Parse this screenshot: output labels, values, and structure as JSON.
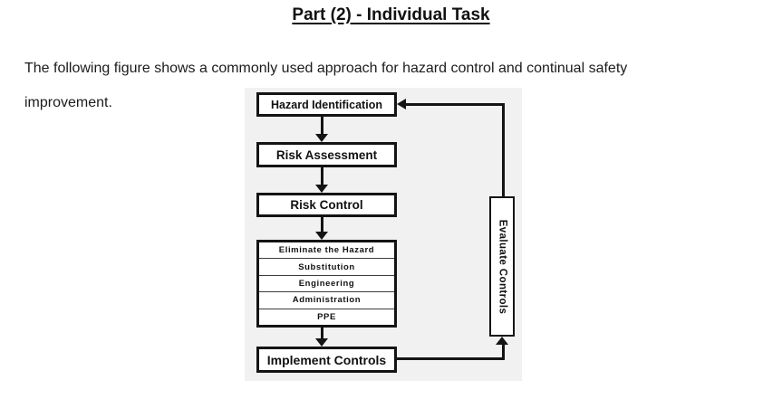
{
  "page": {
    "title": "Part (2) - Individual Task",
    "intro": {
      "line1": "The following figure shows a commonly used approach for hazard control and continual safety",
      "line2": "improvement."
    }
  },
  "diagram": {
    "flow_boxes": [
      {
        "label": "Hazard Identification"
      },
      {
        "label": "Risk Assessment"
      },
      {
        "label": "Risk Control"
      }
    ],
    "hierarchy_rows": [
      "Eliminate the Hazard",
      "Substitution",
      "Engineering",
      "Administration",
      "PPE"
    ],
    "implement_label": "Implement Controls",
    "evaluate_label": "Evaluate Controls",
    "colors": {
      "line": "#141414",
      "box_fill": "#ffffff",
      "figure_background": "#f1f1f1",
      "text": "#111111"
    }
  }
}
